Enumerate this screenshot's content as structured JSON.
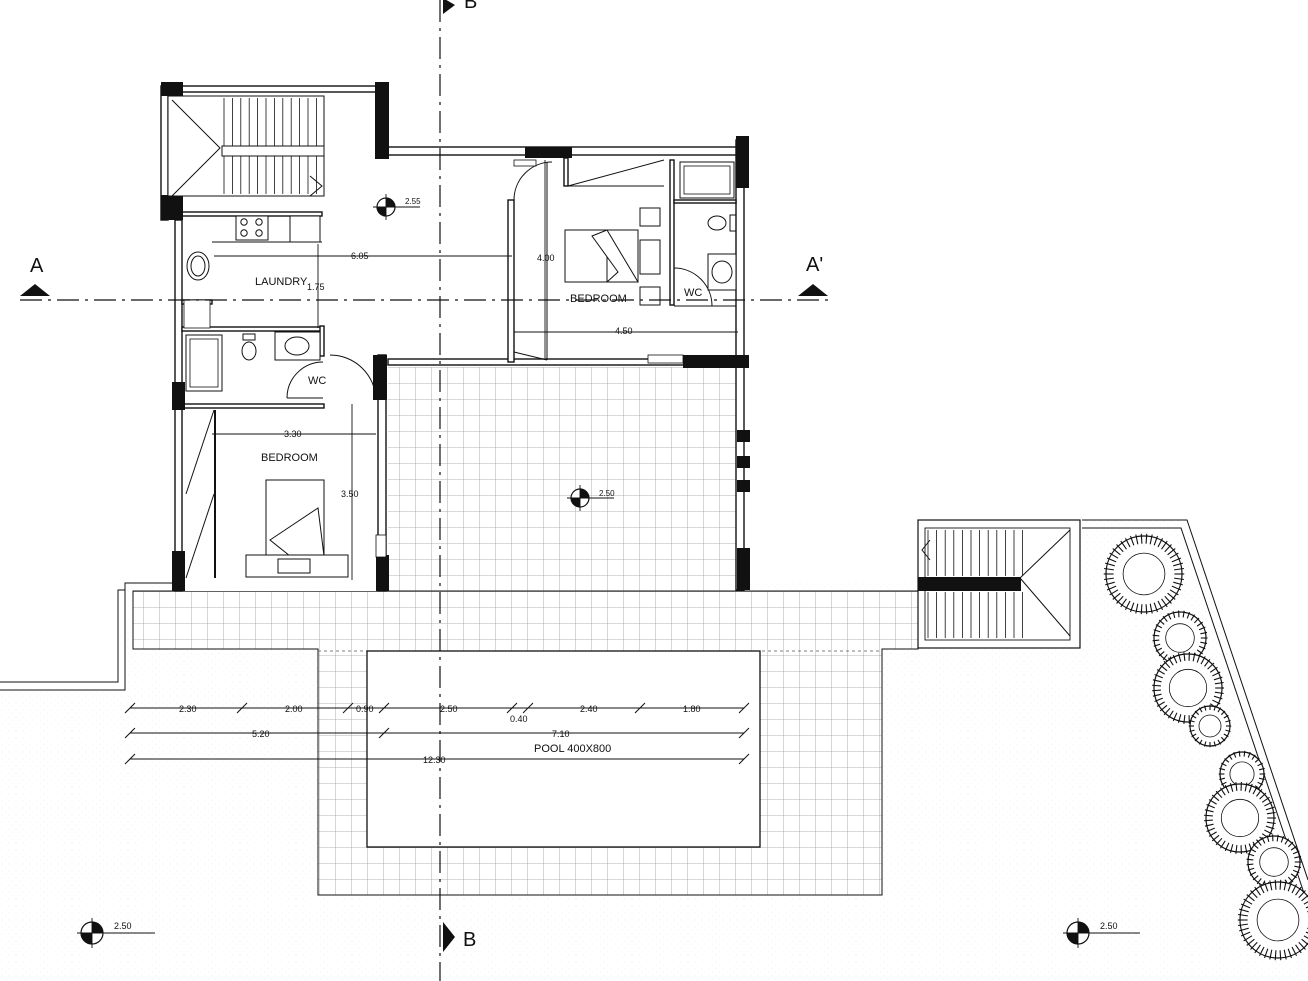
{
  "section_markers": {
    "a_left": "A",
    "a_right": "A'",
    "b_top": "B",
    "b_bottom": "B"
  },
  "rooms": {
    "laundry": "LAUNDRY",
    "bedroom_1": "BEDROOM",
    "bedroom_2": "BEDROOM",
    "wc_1": "WC",
    "wc_2": "WC",
    "pool": "POOL 400X800"
  },
  "levels": {
    "hall": "2.55",
    "terrace": "2.50",
    "garden_left": "2.50",
    "garden_right": "2.50"
  },
  "dimensions": {
    "laundry_width": "6.05",
    "laundry_depth": "1.75",
    "bedroom_2_depth": "4.00",
    "bedroom_2_width": "4.50",
    "bedroom_1_width": "3.30",
    "bedroom_1_depth": "3.50",
    "row1": [
      "2.30",
      "2.00",
      "0.90",
      "2.50",
      "0.40",
      "2.40",
      "1.80"
    ],
    "row2": [
      "5.20",
      "7.10"
    ],
    "row3": [
      "12.30"
    ]
  }
}
